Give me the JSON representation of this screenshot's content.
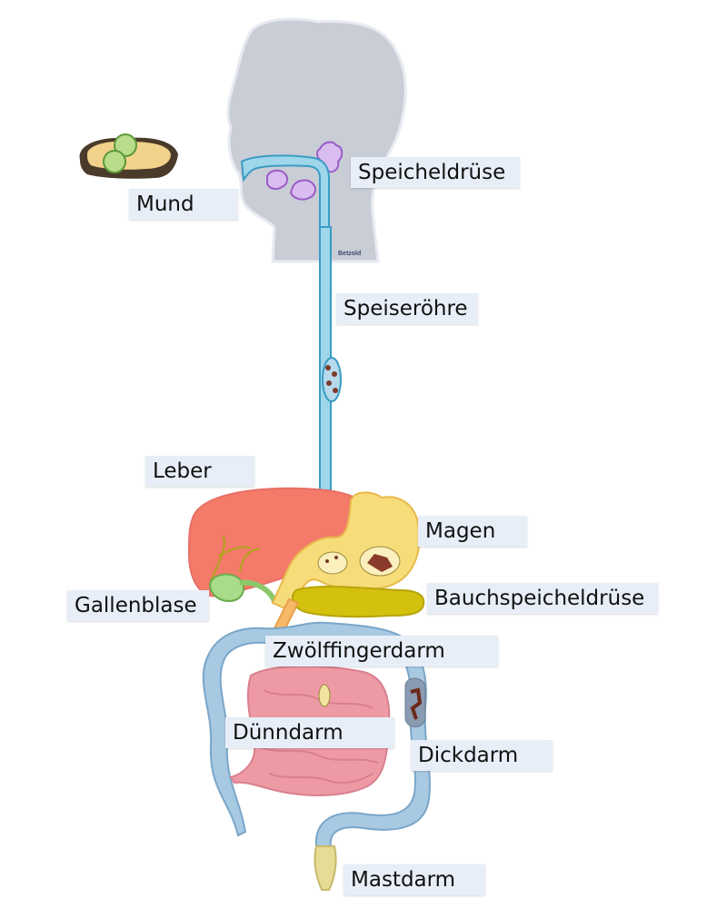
{
  "brand": "Betzold",
  "labels": {
    "speicheldruese": "Speicheldrüse",
    "mund": "Mund",
    "speiseroehre": "Speiseröhre",
    "leber": "Leber",
    "magen": "Magen",
    "gallenblase": "Gallenblase",
    "bauchspeicheldruese": "Bauchspeicheldrüse",
    "zwoelffingerdarm": "Zwölffingerdarm",
    "duenndarm": "Dünndarm",
    "dickdarm": "Dickdarm",
    "mastdarm": "Mastdarm"
  },
  "colors": {
    "head": "#c9cdd6",
    "esophagus": "#9fd6ea",
    "liver": "#f47a6a",
    "stomach": "#f7dc7a",
    "pancreas": "#d4c10e",
    "gallbladder": "#a9dc8a",
    "small_intestine": "#ee9aa5",
    "large_intestine": "#a8c9e2",
    "rectum": "#e6dc95",
    "salivary_gland": "#c597e6",
    "label_bg": "#e7eef7"
  }
}
